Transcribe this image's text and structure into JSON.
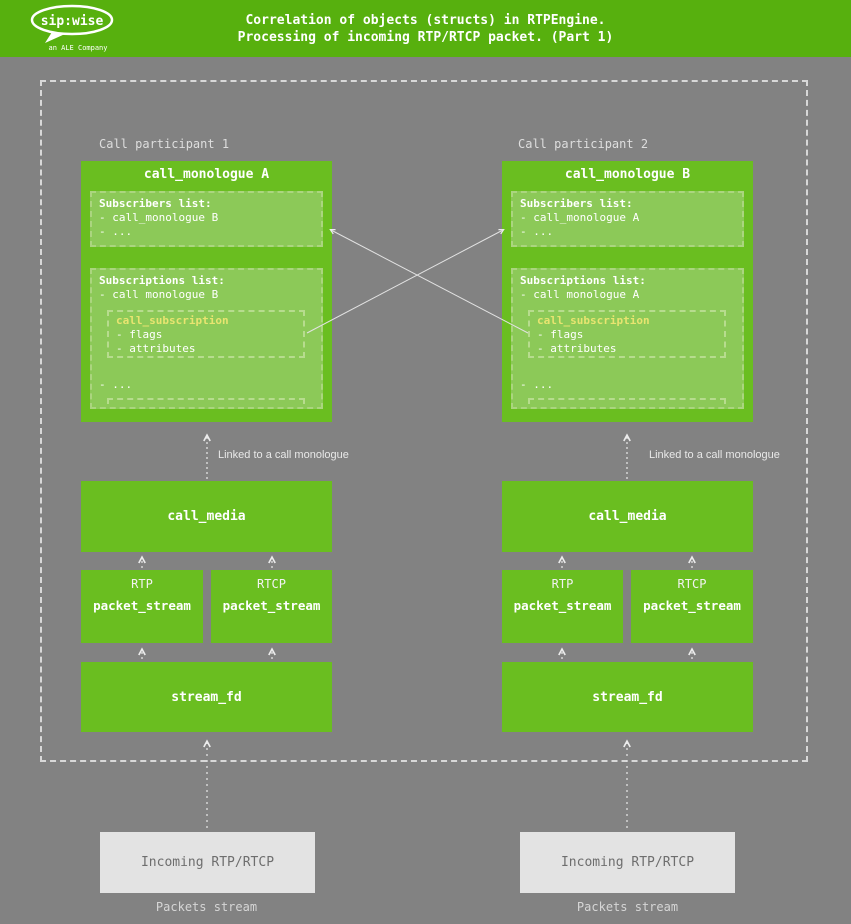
{
  "header": {
    "title_line1": "Correlation of objects (structs) in RTPEngine.",
    "title_line2": "Processing of incoming RTP/RTCP packet. (Part 1)",
    "logo_text": "sip:wise",
    "logo_subtext": "an ALE Company"
  },
  "labels": {
    "linked": "Linked to a call monologue",
    "call_media": "call_media",
    "rtp": "RTP",
    "rtcp": "RTCP",
    "packet_stream": "packet_stream",
    "stream_fd": "stream_fd",
    "incoming": "Incoming RTP/RTCP",
    "packets_stream": "Packets stream"
  },
  "participants": [
    {
      "label": "Call participant 1",
      "monologue_title": "call_monologue A",
      "subscribers_title": "Subscribers list:",
      "subscribers_items": [
        "- call_monologue B",
        "- ..."
      ],
      "subscriptions_title": "Subscriptions list:",
      "subscriptions_item": "- call monologue B",
      "subscription_title": "call_subscription",
      "subscription_items": [
        "- flags",
        "- attributes"
      ],
      "subscriptions_more": "- ..."
    },
    {
      "label": "Call participant 2",
      "monologue_title": "call_monologue B",
      "subscribers_title": "Subscribers list:",
      "subscribers_items": [
        "- call_monologue A",
        "- ..."
      ],
      "subscriptions_title": "Subscriptions list:",
      "subscriptions_item": "- call monologue A",
      "subscription_title": "call_subscription",
      "subscription_items": [
        "- flags",
        "- attributes"
      ],
      "subscriptions_more": "- ..."
    }
  ],
  "colors": {
    "header_green": "#57b00e",
    "box_green": "#6abe20",
    "inner_green": "#8cc958",
    "subscription_title_yellow": "#e8e470",
    "background_gray": "#828282",
    "incoming_box_gray": "#e3e3e3"
  }
}
